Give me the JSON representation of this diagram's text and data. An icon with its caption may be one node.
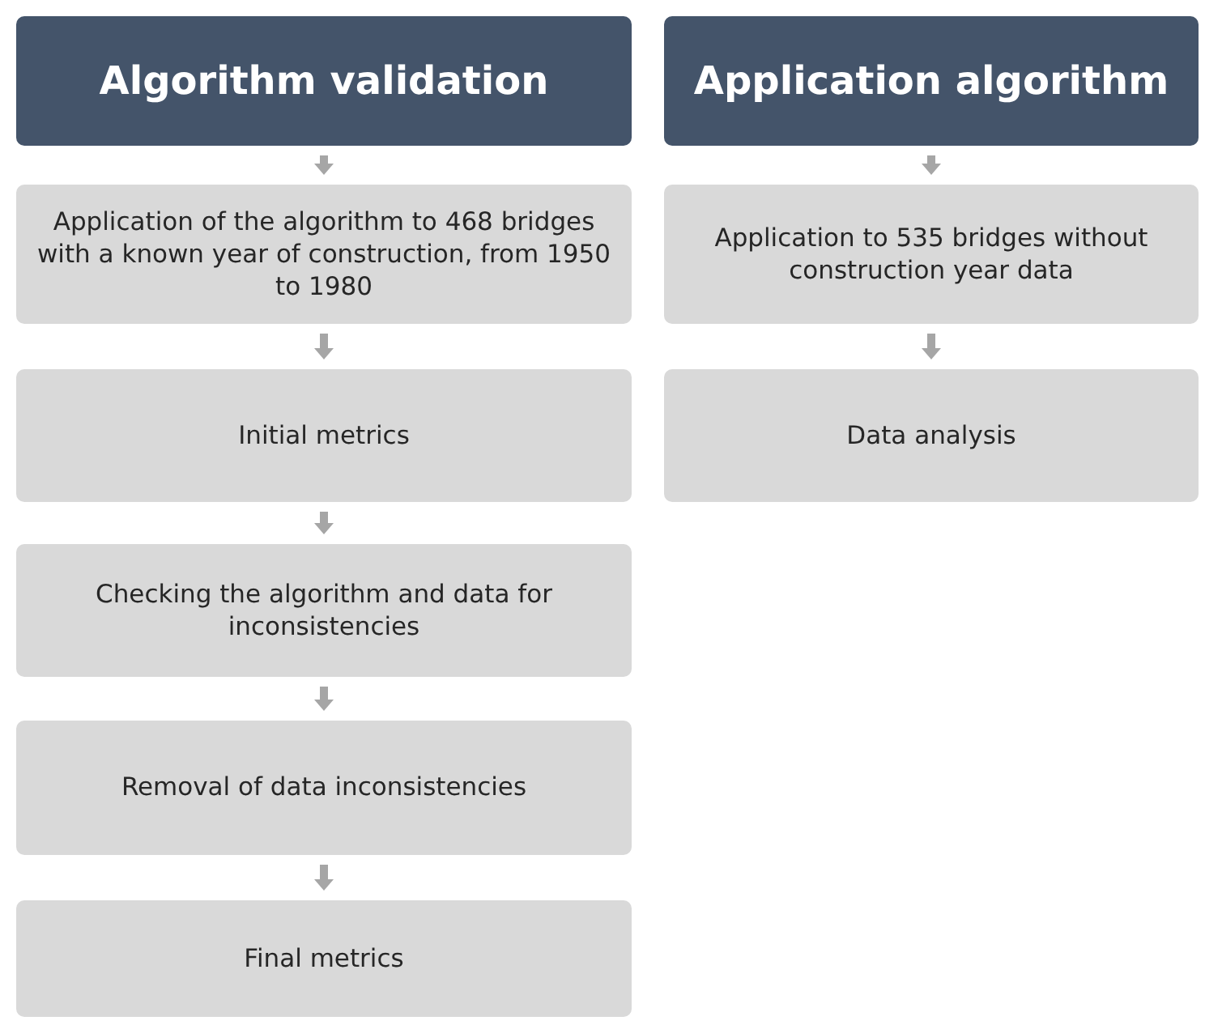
{
  "diagram": {
    "nodes": [
      {
        "text": [
          "Algorithm validation"
        ]
      },
      {
        "text": [
          "Application of the algorithm to 468 bridges with a known year of construction, from 1950 to 1980"
        ]
      },
      {
        "text": [
          "Initial metrics"
        ]
      },
      {
        "text": [
          "Checking the algorithm and data for inconsistencies"
        ]
      },
      {
        "text": [
          "Removal of data inconsistencies"
        ]
      },
      {
        "text": [
          "Final metrics"
        ]
      },
      {
        "text": [
          "Application algorithm"
        ]
      },
      {
        "text": [
          "Application to 535 bridges without construction year data"
        ]
      },
      {
        "text": [
          "Data analysis"
        ]
      }
    ],
    "edges": [
      {
        "from": 0,
        "to": 1,
        "arrow": "to"
      },
      {
        "from": 1,
        "to": 2,
        "arrow": "to"
      },
      {
        "from": 2,
        "to": 3,
        "arrow": "to"
      },
      {
        "from": 3,
        "to": 4,
        "arrow": "to"
      },
      {
        "from": 4,
        "to": 5,
        "arrow": "to"
      },
      {
        "from": 6,
        "to": 7,
        "arrow": "to"
      },
      {
        "from": 7,
        "to": 8,
        "arrow": "to"
      }
    ]
  }
}
